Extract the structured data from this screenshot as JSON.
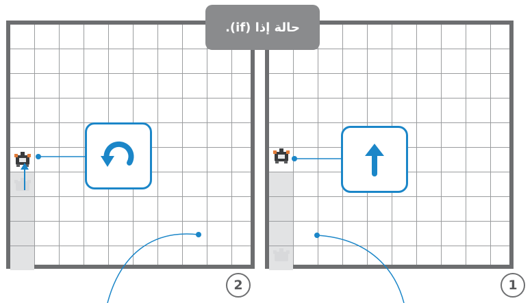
{
  "title": "حالة إذا (if).",
  "panels": [
    {
      "id": "left",
      "step": "2",
      "action_icon": "turn-left-arrow-icon"
    },
    {
      "id": "right",
      "step": "1",
      "action_icon": "up-arrow-icon"
    }
  ],
  "colors": {
    "accent_blue": "#1b86c8",
    "board_border": "#6d6e70",
    "grid_line": "#9a9c9e",
    "path_fill": "#e2e3e4",
    "badge_bg": "#8a8b8d"
  }
}
